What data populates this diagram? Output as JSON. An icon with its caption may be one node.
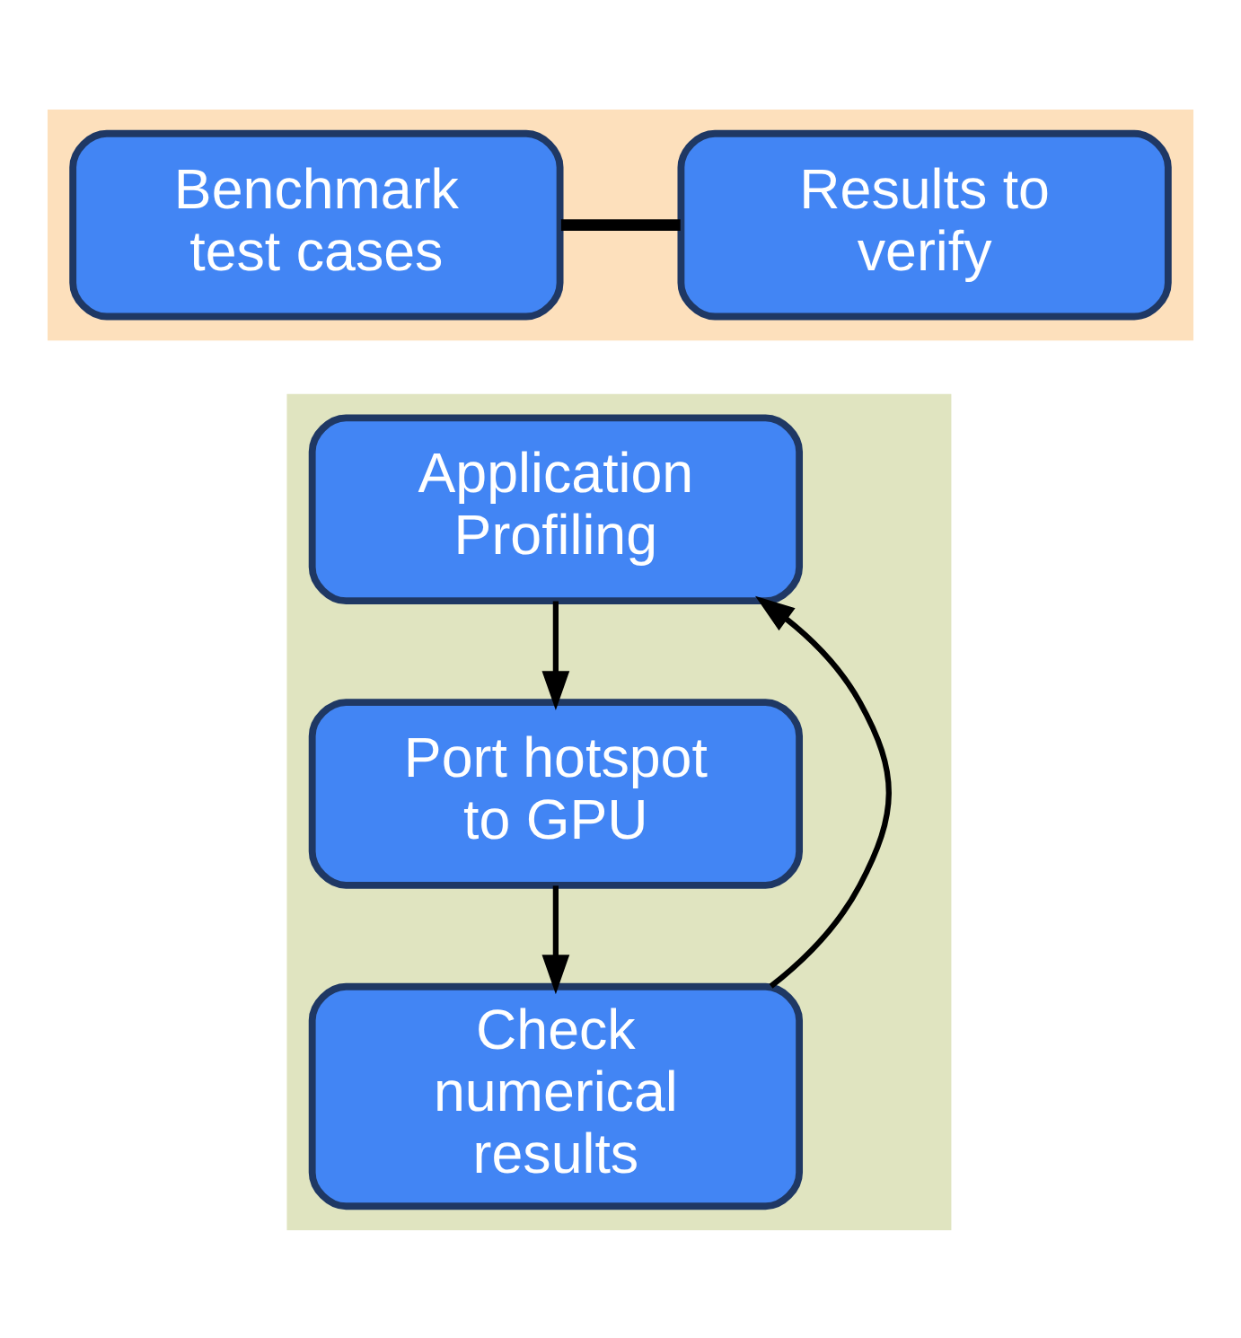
{
  "diagram": {
    "nodes": [
      {
        "text": [],
        "shape": "box"
      },
      {
        "text": [
          "Benchmark test cases"
        ],
        "in": 0
      },
      {
        "text": [
          "Results to verify"
        ],
        "in": 0
      },
      {
        "text": [],
        "shape": "box"
      },
      {
        "text": [
          "Application Profiling"
        ],
        "in": 3
      },
      {
        "text": [
          "Port hotspot to GPU"
        ],
        "in": 3
      },
      {
        "text": [
          "Check numerical results"
        ],
        "in": 3
      }
    ],
    "edges": [
      {
        "from": 1,
        "to": 2,
        "arrow": "none",
        "style": "thick"
      },
      {
        "from": 4,
        "to": 5,
        "arrow": "to"
      },
      {
        "from": 5,
        "to": 6,
        "arrow": "to"
      },
      {
        "from": 6,
        "to": 4,
        "arrow": "to"
      }
    ]
  }
}
